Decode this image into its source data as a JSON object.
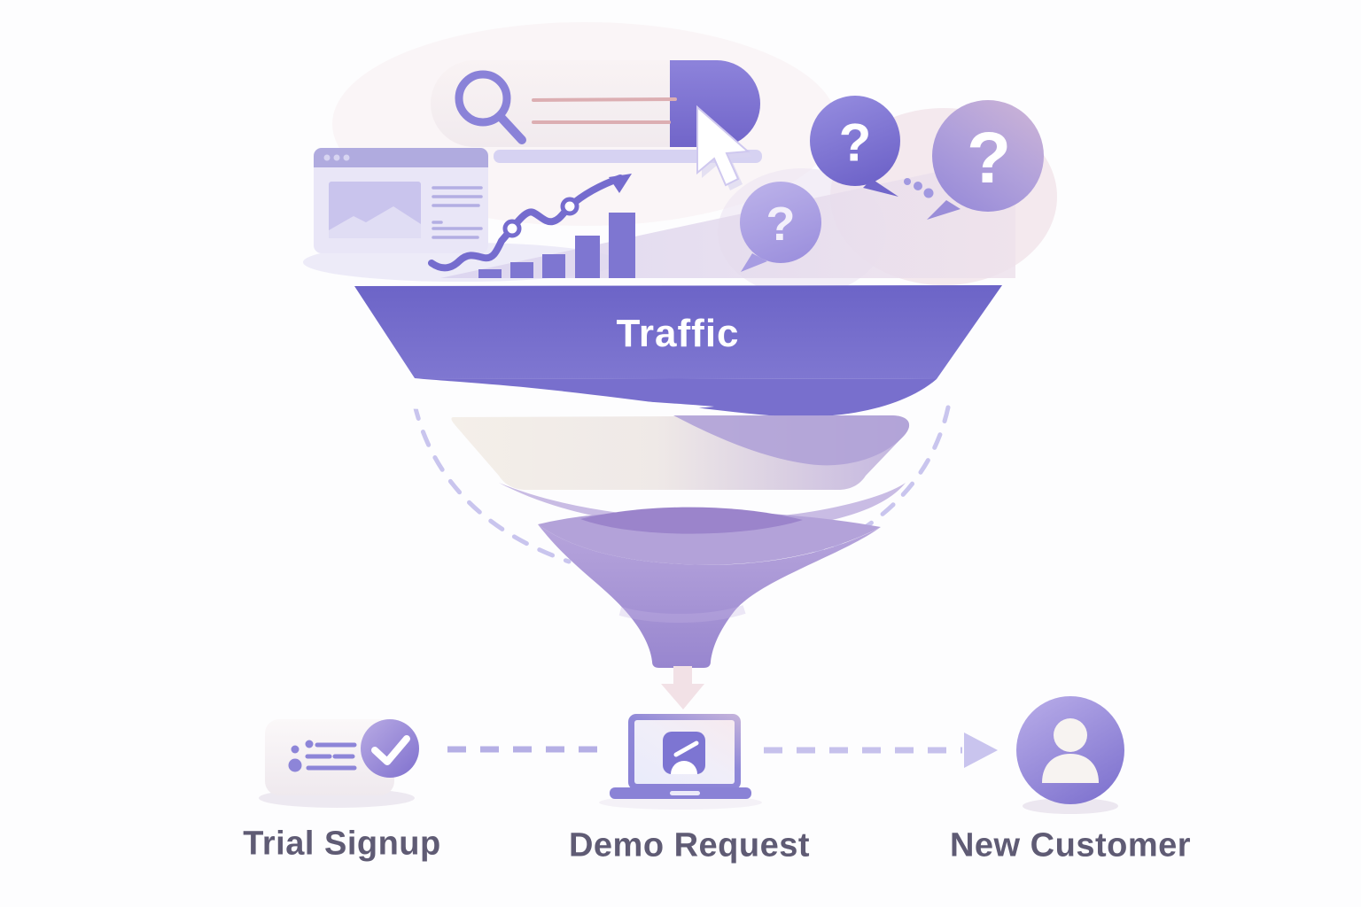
{
  "diagram": {
    "type": "marketing-conversion-funnel",
    "funnel": {
      "top_stage_label": "Traffic"
    },
    "stages": [
      {
        "label": "Trial Signup",
        "icon": "signup-card-check-icon"
      },
      {
        "label": "Demo Request",
        "icon": "laptop-demo-icon"
      },
      {
        "label": "New Customer",
        "icon": "customer-avatar-icon"
      }
    ],
    "question_bubbles": [
      {
        "glyph": "?"
      },
      {
        "glyph": "?"
      },
      {
        "glyph": "?"
      }
    ],
    "icons": {
      "search": "magnifier",
      "cursor": "mouse-pointer",
      "browser": "browser-window",
      "growth": "bar-chart-with-trend-arrow",
      "drip": "down-arrow",
      "check": "checkmark",
      "person": "user-avatar"
    },
    "colors": {
      "funnel_top_band": "#6f67c8",
      "accent_purple": "#7b73d0",
      "light_lavender": "#c9c2ec",
      "cream": "#f4eeec",
      "pink_placeholder_line": "#dcaeb2",
      "dash": "#c9c5ee",
      "label_text": "#5f5b74",
      "bubble_white": "#ffffff"
    }
  }
}
